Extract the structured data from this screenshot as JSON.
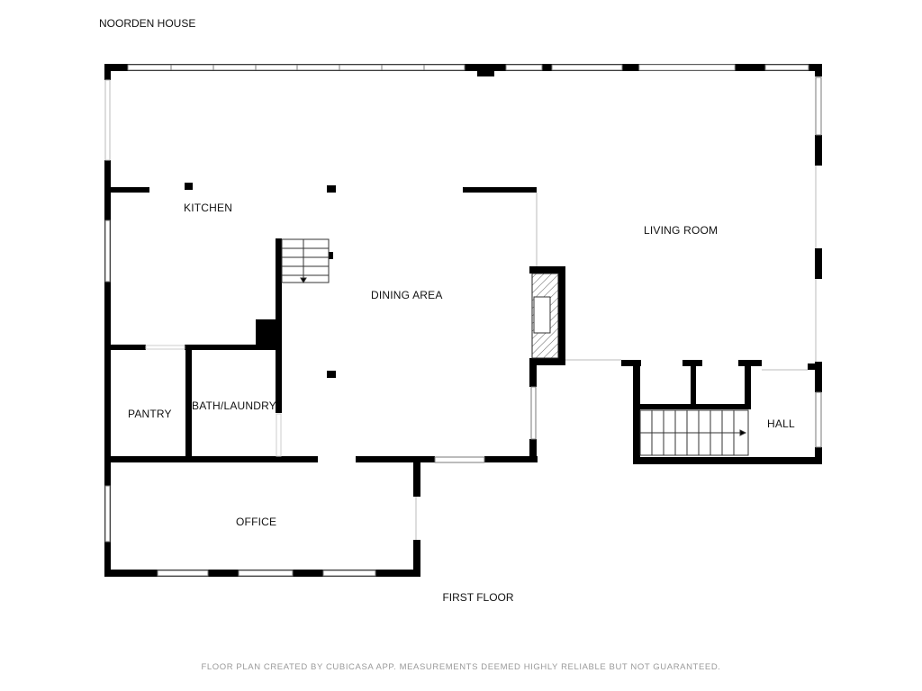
{
  "plan": {
    "title": "NOORDEN HOUSE",
    "floor_label": "FIRST FLOOR",
    "footer": "FLOOR PLAN CREATED BY CUBICASA APP. MEASUREMENTS DEEMED HIGHLY RELIABLE BUT NOT GUARANTEED.",
    "rooms": {
      "kitchen": "KITCHEN",
      "living_room": "LIVING ROOM",
      "dining_area": "DINING AREA",
      "pantry": "PANTRY",
      "bath_laundry": "BATH/LAUNDRY",
      "hall": "HALL",
      "office": "OFFICE"
    }
  },
  "colors": {
    "wall": "#000000",
    "window": "#ffffff",
    "window_stroke": "#7a7a7a",
    "background": "#ffffff",
    "footer_text": "#9a9a9a"
  }
}
